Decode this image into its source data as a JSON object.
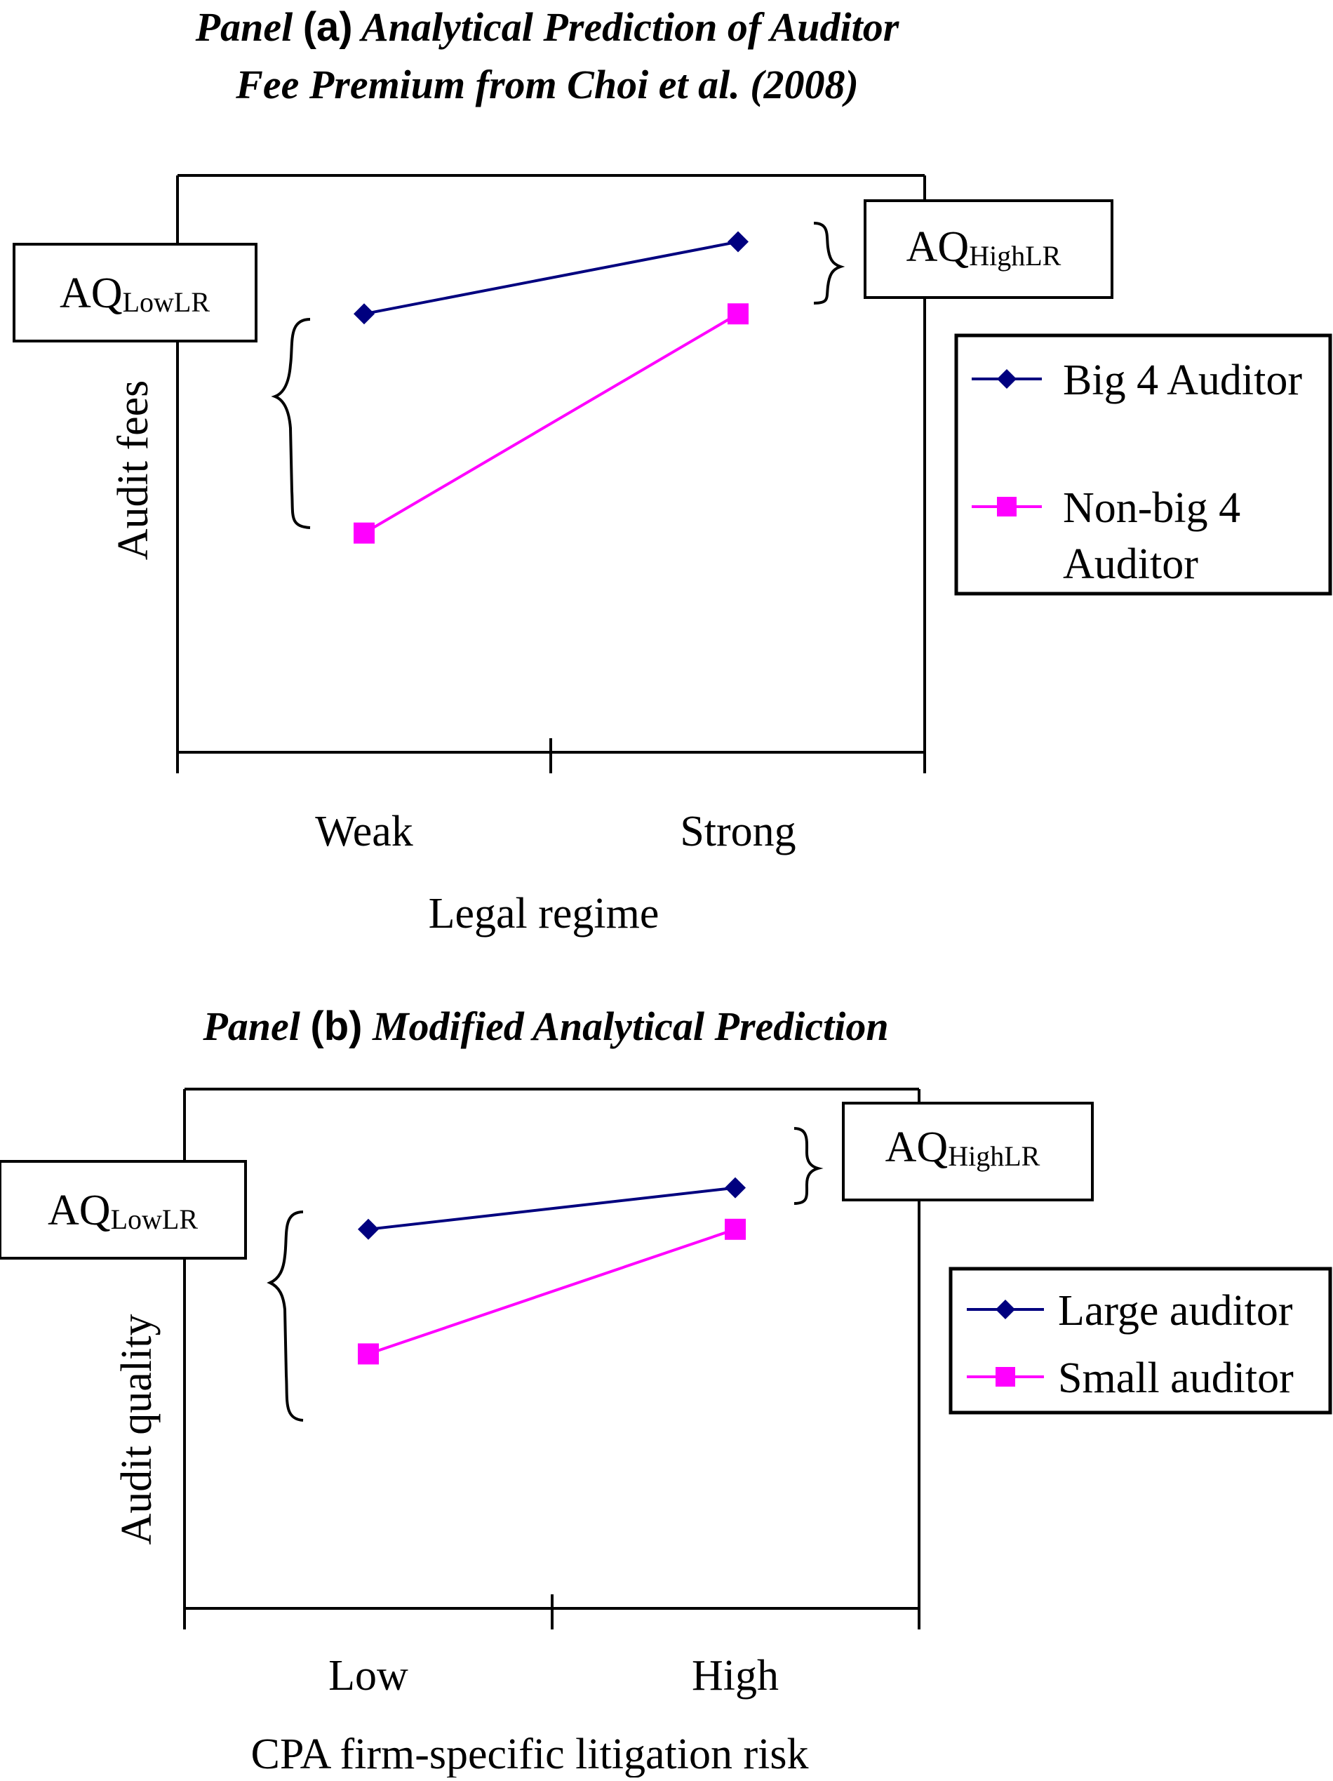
{
  "chart_data": [
    {
      "type": "line",
      "title_prefix": "Panel",
      "title_tag": "(a)",
      "title_line1": "Analytical Prediction of Auditor",
      "title_line2": "Fee Premium from Choi et al. (2008)",
      "categories": [
        "Weak",
        "Strong"
      ],
      "xlabel": "Legal regime",
      "ylabel": "Audit fees",
      "ylim": [
        0,
        10
      ],
      "series": [
        {
          "name": "Big 4 Auditor",
          "values": [
            7.6,
            8.85
          ],
          "color": "#00007f",
          "marker": "diamond"
        },
        {
          "name_line1": "Non-big 4",
          "name_line2": "Auditor",
          "values": [
            3.8,
            7.6
          ],
          "color": "#ff00ff",
          "marker": "square"
        }
      ],
      "annotations": [
        {
          "main": "AQ",
          "sub": "LowLR"
        },
        {
          "main": "AQ",
          "sub": "HighLR"
        }
      ]
    },
    {
      "type": "line",
      "title_prefix": "Panel",
      "title_tag": "(b)",
      "title_line1": "Modified Analytical Prediction",
      "categories": [
        "Low",
        "High"
      ],
      "xlabel": "CPA firm-specific litigation risk",
      "ylabel": "Audit quality",
      "ylim": [
        0,
        10
      ],
      "series": [
        {
          "name": "Large auditor",
          "values": [
            7.3,
            8.1
          ],
          "color": "#00007f",
          "marker": "diamond"
        },
        {
          "name": "Small auditor",
          "values": [
            4.9,
            7.3
          ],
          "color": "#ff00ff",
          "marker": "square"
        }
      ],
      "annotations": [
        {
          "main": "AQ",
          "sub": "LowLR"
        },
        {
          "main": "AQ",
          "sub": "HighLR"
        }
      ]
    }
  ]
}
